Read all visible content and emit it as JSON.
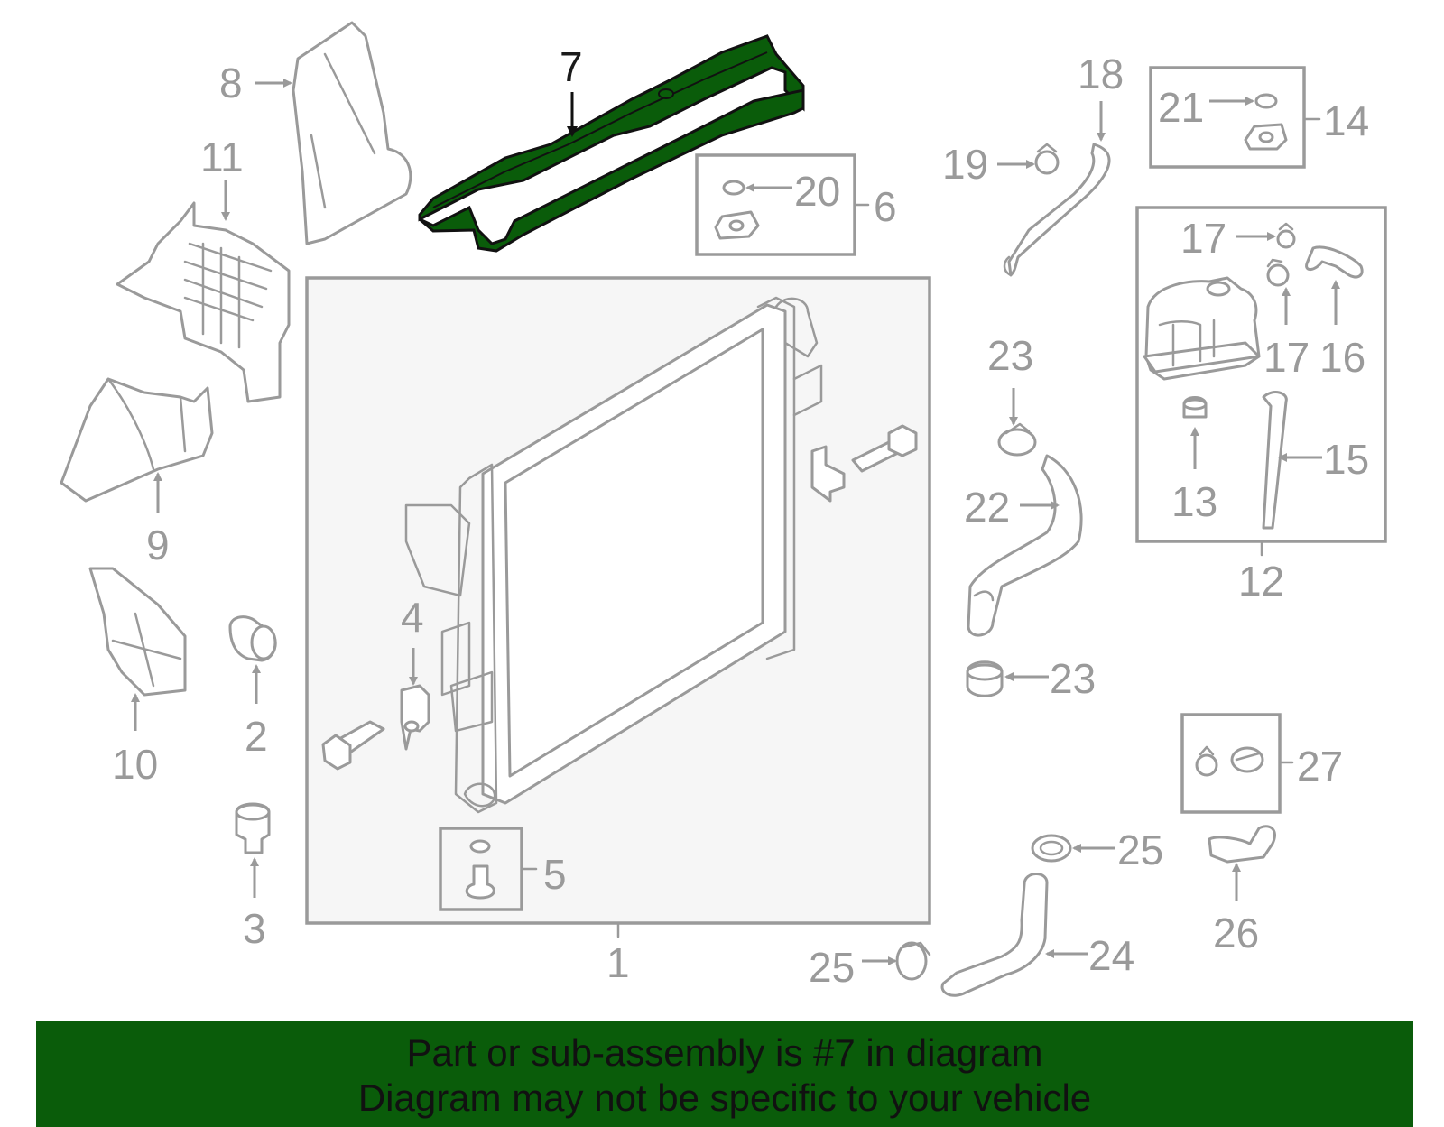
{
  "highlight_color": "#0a5c0a",
  "callouts": {
    "c1": "1",
    "c2": "2",
    "c3": "3",
    "c4": "4",
    "c5": "5",
    "c6": "6",
    "c7": "7",
    "c8": "8",
    "c9": "9",
    "c10": "10",
    "c11": "11",
    "c12": "12",
    "c13": "13",
    "c14": "14",
    "c15": "15",
    "c16": "16",
    "c17a": "17",
    "c17b": "17",
    "c18": "18",
    "c19": "19",
    "c20": "20",
    "c21": "21",
    "c22": "22",
    "c23a": "23",
    "c23b": "23",
    "c24": "24",
    "c25a": "25",
    "c25b": "25",
    "c26": "26",
    "c27": "27"
  },
  "banner": {
    "line1": "Part or sub-assembly is #7 in diagram",
    "line2": "Diagram may not be specific to your vehicle"
  }
}
